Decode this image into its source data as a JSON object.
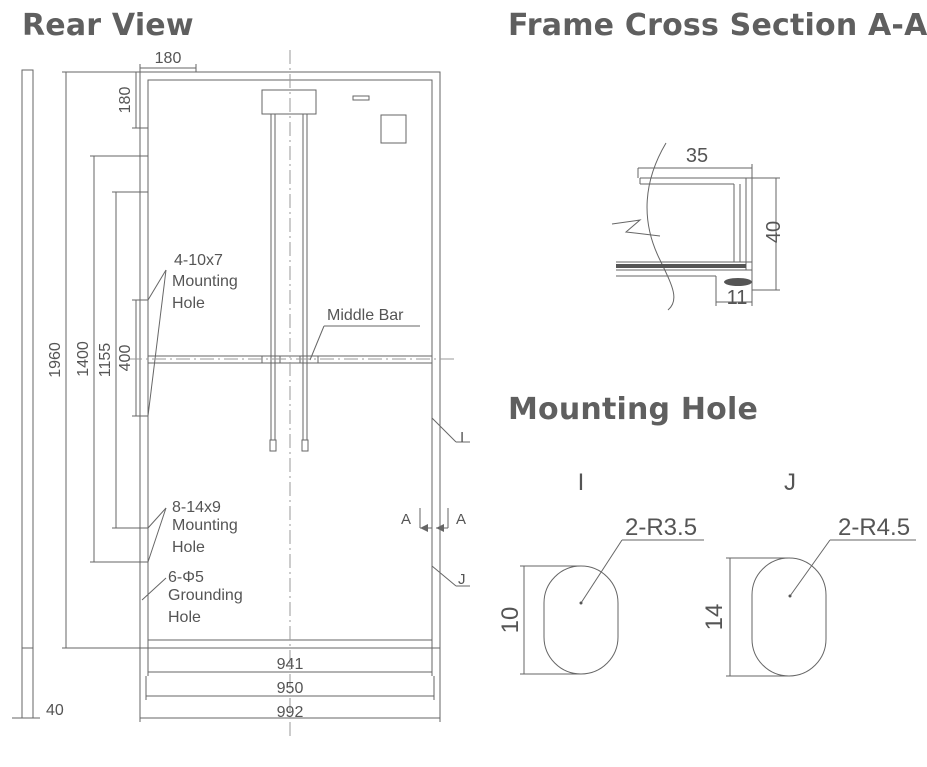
{
  "titles": {
    "rear_view": "Rear View",
    "frame_section": "Frame Cross Section A-A",
    "mounting_hole": "Mounting Hole"
  },
  "rear": {
    "dim_top_width": "180",
    "dim_top_height": "180",
    "dim_total_height": "1960",
    "dim_1400": "1400",
    "dim_1155": "1155",
    "dim_400": "400",
    "dim_941": "941",
    "dim_950": "950",
    "dim_992": "992",
    "dim_thickness": "40",
    "mounting_hole_small_line1": "4-10x7",
    "mounting_hole_small_line2": "Mounting",
    "mounting_hole_small_line3": "Hole",
    "mounting_hole_large_line1": "8-14x9",
    "mounting_hole_large_line2": "Mounting",
    "mounting_hole_large_line3": "Hole",
    "grounding_line1": "6-Φ5",
    "grounding_line2": "Grounding",
    "grounding_line3": "Hole",
    "middle_bar": "Middle Bar",
    "marker_i": "I",
    "marker_j": "J",
    "section_a_left": "A",
    "section_a_right": "A"
  },
  "section": {
    "dim_width": "35",
    "dim_height": "40",
    "dim_flange": "11"
  },
  "holes": {
    "label_i": "I",
    "label_j": "J",
    "radius_i": "2-R3.5",
    "radius_j": "2-R4.5",
    "height_i": "10",
    "height_j": "14"
  }
}
